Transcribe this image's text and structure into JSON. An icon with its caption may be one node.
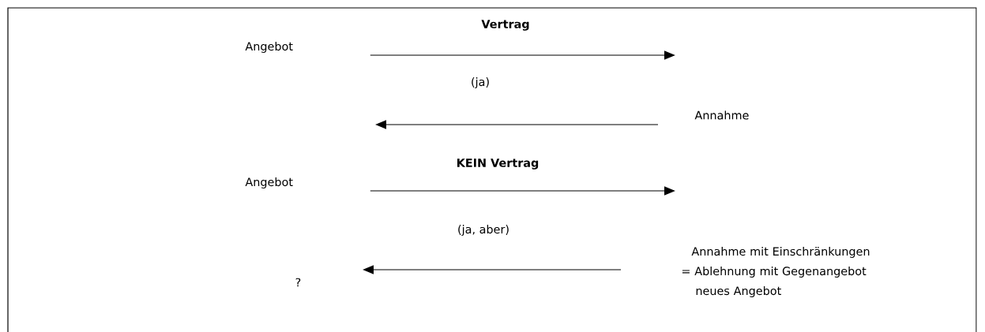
{
  "diagram": {
    "nodes": [
      {
        "text": [
          "Angebot"
        ]
      },
      {
        "text": [
          "Annahme"
        ]
      },
      {
        "text": [
          "Angebot"
        ]
      },
      {
        "text": [
          "?"
        ]
      },
      {
        "text": [
          "Annahme mit Einschränkungen",
          "= Ablehnung mit Gegenangebot",
          "neues Angebot"
        ]
      }
    ],
    "edges": [
      {
        "from": 0,
        "to": null,
        "arrow": "to"
      },
      {
        "from": 1,
        "to": null,
        "arrow": "to",
        "label": "(ja)"
      },
      {
        "from": 2,
        "to": null,
        "arrow": "to"
      },
      {
        "from": 4,
        "to": 3,
        "arrow": "to",
        "label": "(ja, aber)"
      }
    ],
    "labels": [
      "Vertrag",
      "KEIN Vertrag"
    ]
  }
}
